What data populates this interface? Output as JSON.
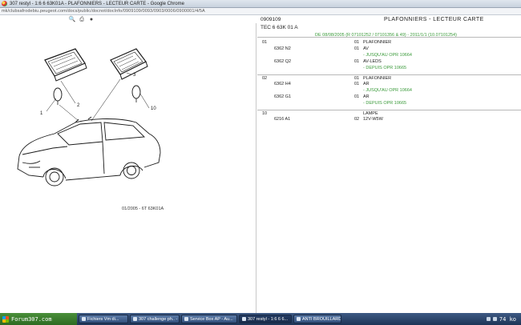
{
  "window": {
    "title": "307 restyl - 1:6 6 63K01A - PLAFONNIERS - LECTEUR CARTE - Google Chrome",
    "url": "mk/clubsafrodebiu.peugeot.com/docs/public/docnot/docInfo/0909109/0093/0903/0006/0900001/4/5A"
  },
  "toolbar": {
    "icons": [
      "zoom-in-icon",
      "print-icon",
      "help-icon"
    ]
  },
  "diagram": {
    "callouts": [
      "1",
      "2",
      "3",
      "10"
    ],
    "ref_caption": "01/2005 - 6T 63K01A"
  },
  "doc": {
    "number": "0909109",
    "reference": "TEC 6 63K 01 A",
    "section_title": "PLAFONNIERS - LECTEUR CARTE",
    "vin_range": "DE 08/08/2005 (R 07101252 / 07101356 & 49) - 2011/1/1 (10.07101254)"
  },
  "parts": [
    {
      "item": "01",
      "ref": "",
      "qty": "01",
      "desc": "PLAFONNIER",
      "style": ""
    },
    {
      "item": "",
      "ref": "6362 N2",
      "qty": "01",
      "desc": "AV",
      "style": ""
    },
    {
      "item": "",
      "ref": "",
      "qty": "",
      "desc": "- JUSQU'AU OPR 10664",
      "style": "green"
    },
    {
      "item": "",
      "ref": "6362 Q2",
      "qty": "01",
      "desc": "AV-LEDS",
      "style": ""
    },
    {
      "item": "",
      "ref": "",
      "qty": "",
      "desc": "- DEPUIS OPR 10665",
      "style": "green"
    },
    {
      "item": "02",
      "ref": "",
      "qty": "01",
      "desc": "PLAFONNIER",
      "style": "divided"
    },
    {
      "item": "",
      "ref": "6362 H4",
      "qty": "01",
      "desc": "AR",
      "style": ""
    },
    {
      "item": "",
      "ref": "",
      "qty": "",
      "desc": "- JUSQU'AU OPR 10664",
      "style": "green"
    },
    {
      "item": "",
      "ref": "6362 G1",
      "qty": "01",
      "desc": "AR",
      "style": ""
    },
    {
      "item": "",
      "ref": "",
      "qty": "",
      "desc": "- DEPUIS OPR 10665",
      "style": "green"
    },
    {
      "item": "10",
      "ref": "",
      "qty": "",
      "desc": "LAMPE",
      "style": "divided"
    },
    {
      "item": "",
      "ref": "6216 A1",
      "qty": "02",
      "desc": "12V-W5W",
      "style": ""
    }
  ],
  "taskbar": {
    "start_label": "Forum307.com",
    "tasks": [
      "Fichiers Vm di...",
      "307 challenge ph.. - ...",
      "Service Box AP - Au...",
      "307 restyl - 1:6 6 6...",
      "ANTI BROUILLARD..."
    ],
    "active_task": 3,
    "clock": "74 ko"
  }
}
